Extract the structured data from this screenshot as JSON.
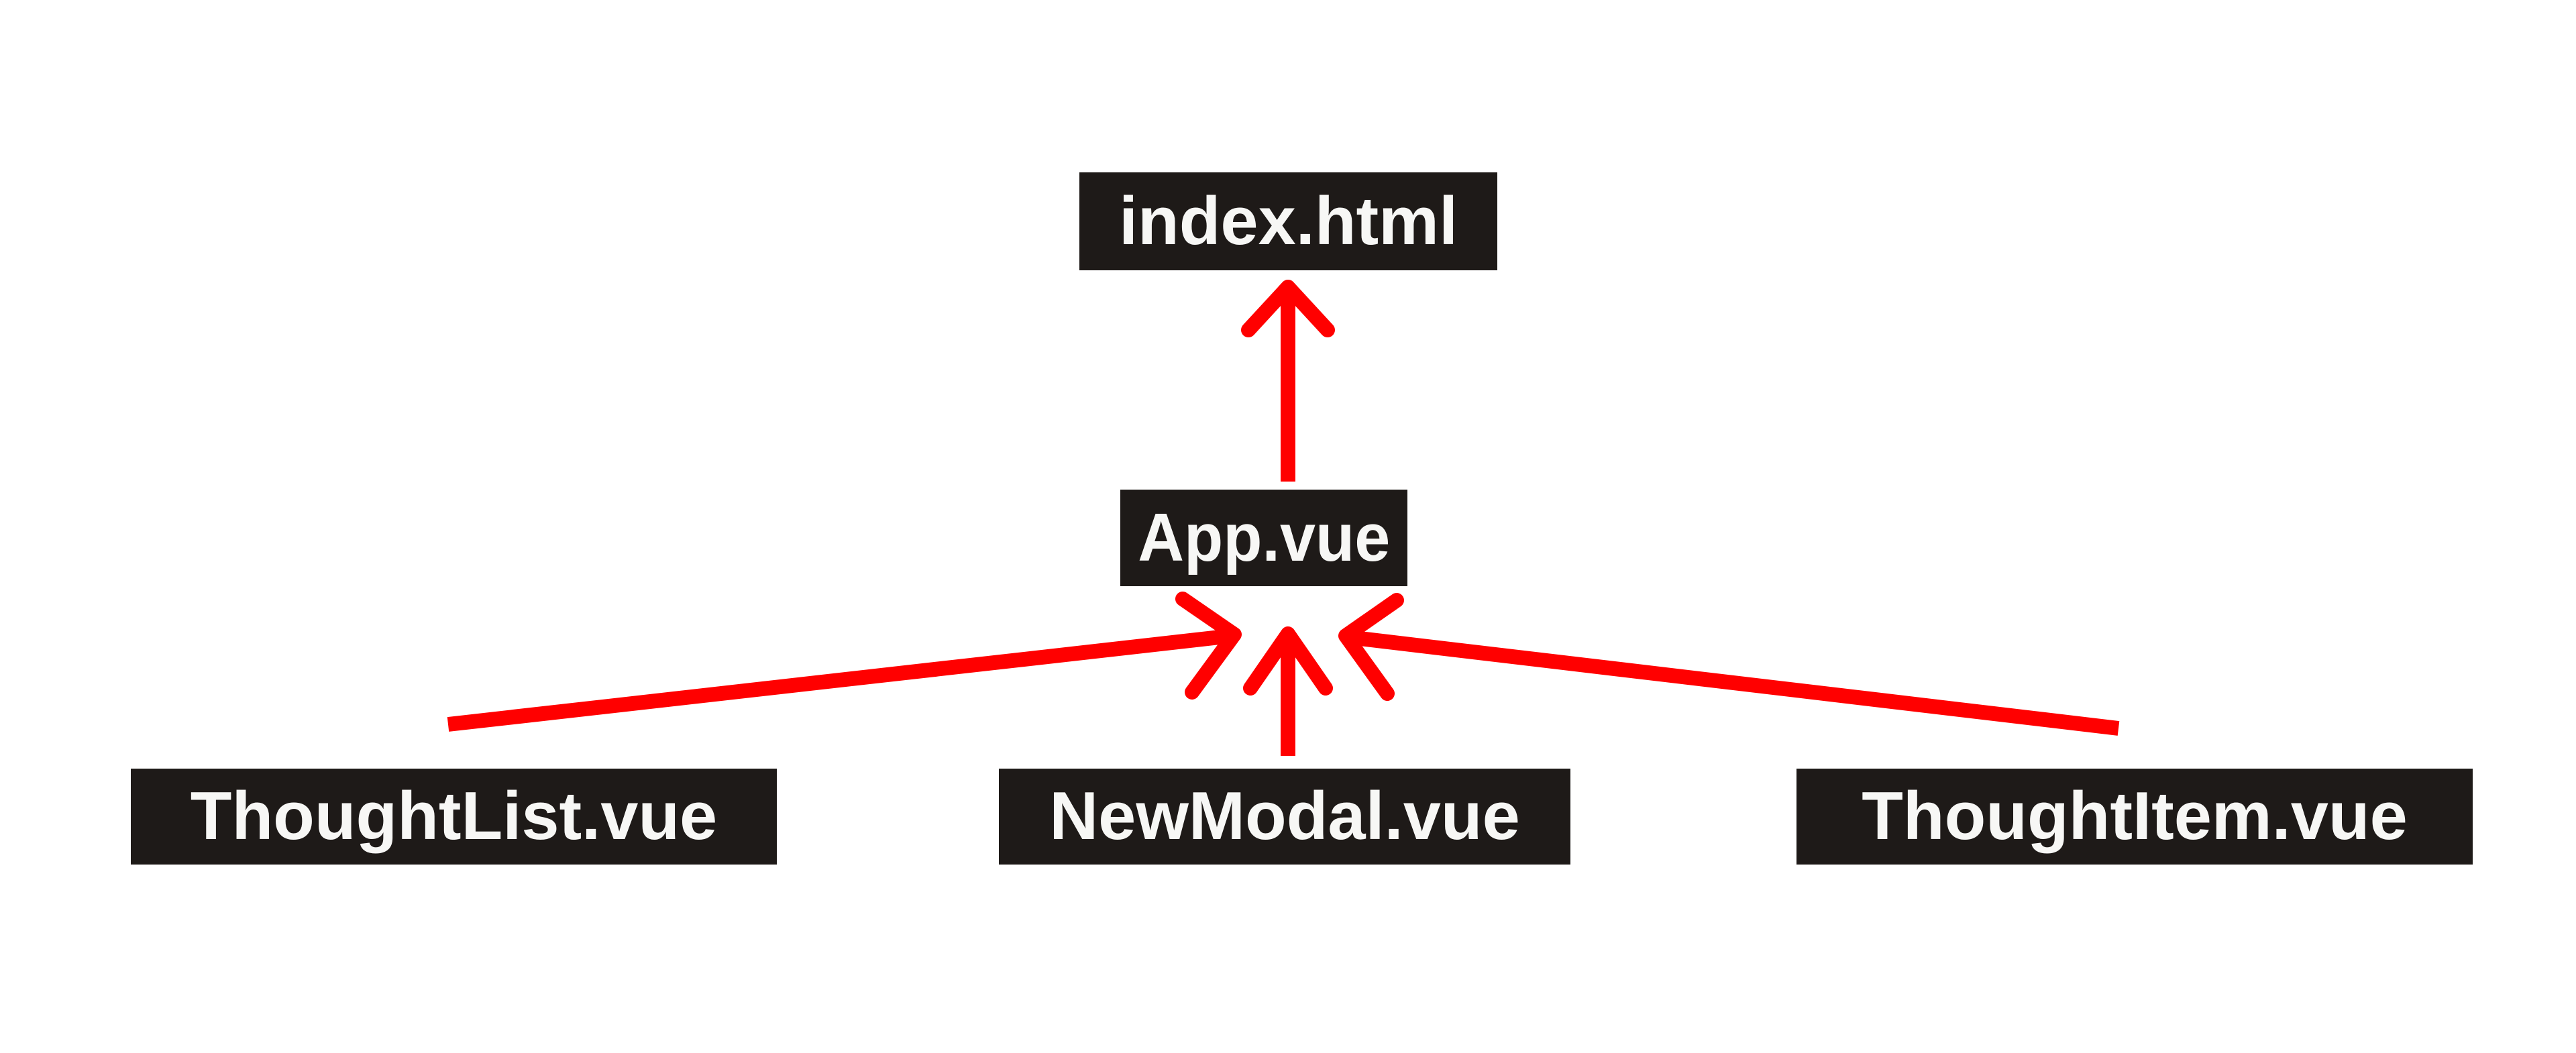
{
  "diagram": {
    "type": "dependency-graph",
    "title": "Vue component dependency diagram",
    "background_color": "#ffffff",
    "node_fill_color": "#1e1a18",
    "node_text_color": "#f7f7f5",
    "arrow_color": "#ff0000",
    "nodes": [
      {
        "id": "index-html",
        "label": "index.html",
        "level": 0
      },
      {
        "id": "app-vue",
        "label": "App.vue",
        "level": 1
      },
      {
        "id": "thoughtlist-vue",
        "label": "ThoughtList.vue",
        "level": 2
      },
      {
        "id": "newmodal-vue",
        "label": "NewModal.vue",
        "level": 2
      },
      {
        "id": "thoughtitem-vue",
        "label": "ThoughtItem.vue",
        "level": 2
      }
    ],
    "edges": [
      {
        "id": "edge-app-to-index",
        "from": "app-vue",
        "to": "index-html",
        "direction": "up",
        "arrowhead": "at-target"
      },
      {
        "id": "edge-thoughtlist-to-app",
        "from": "thoughtlist-vue",
        "to": "app-vue",
        "direction": "up-right",
        "arrowhead": "at-target"
      },
      {
        "id": "edge-newmodal-to-app",
        "from": "newmodal-vue",
        "to": "app-vue",
        "direction": "up",
        "arrowhead": "at-target"
      },
      {
        "id": "edge-thoughtitem-to-app",
        "from": "thoughtitem-vue",
        "to": "app-vue",
        "direction": "up-left",
        "arrowhead": "at-target"
      }
    ]
  }
}
